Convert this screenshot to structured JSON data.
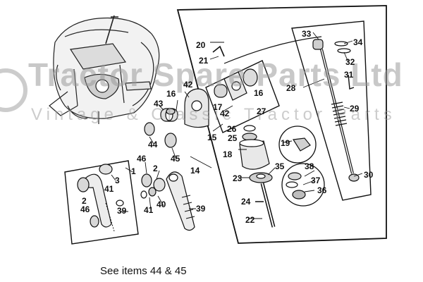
{
  "watermark": {
    "line1": "Tractor Spare Parts Ltd",
    "line2": "Vintage & Classic Tractor Parts"
  },
  "caption": "See items 44 & 45",
  "part_labels": {
    "p1": "1",
    "p2a": "2",
    "p2b": "2",
    "p3": "3",
    "p14": "14",
    "p15": "15",
    "p16a": "16",
    "p16b": "16",
    "p17": "17",
    "p18": "18",
    "p19": "19",
    "p20": "20",
    "p21": "21",
    "p22": "22",
    "p23": "23",
    "p24": "24",
    "p25": "25",
    "p26": "26",
    "p27": "27",
    "p28": "28",
    "p29": "29",
    "p30": "30",
    "p31": "31",
    "p32": "32",
    "p33": "33",
    "p34": "34",
    "p35": "35",
    "p36": "36",
    "p37": "37",
    "p38": "38",
    "p39a": "39",
    "p39b": "39",
    "p40": "40",
    "p41a": "41",
    "p41b": "41",
    "p42a": "42",
    "p42b": "42",
    "p43": "43",
    "p44": "44",
    "p45": "45",
    "p46a": "46",
    "p46b": "46"
  }
}
